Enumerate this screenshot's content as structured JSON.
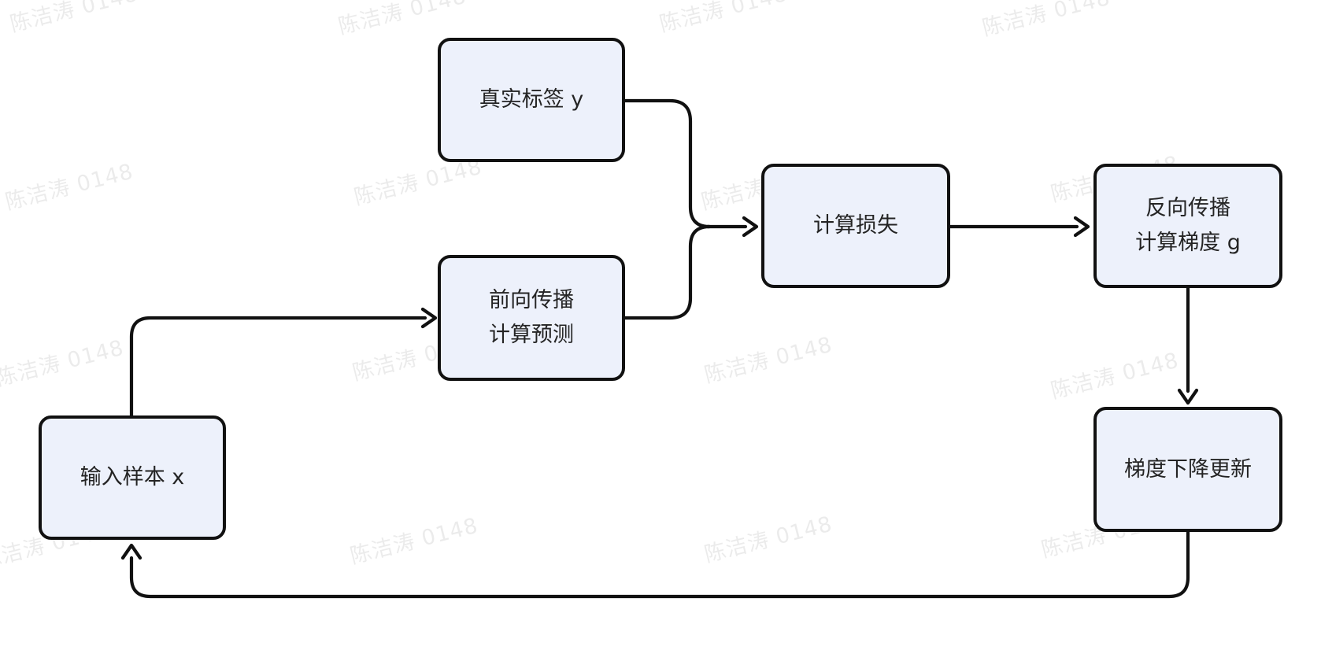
{
  "diagram": {
    "title": "training-loop-flowchart",
    "colors": {
      "background": "#ffffff",
      "node_fill": "#edf1fb",
      "node_border": "#111111",
      "edge": "#111111",
      "text": "#242424"
    },
    "nodes": [
      {
        "id": "true-label",
        "line1": "真实标签 y",
        "line2": ""
      },
      {
        "id": "forward",
        "line1": "前向传播",
        "line2": "计算预测"
      },
      {
        "id": "input",
        "line1": "输入样本 x",
        "line2": ""
      },
      {
        "id": "loss",
        "line1": "计算损失",
        "line2": ""
      },
      {
        "id": "backprop",
        "line1": "反向传播",
        "line2": "计算梯度 g"
      },
      {
        "id": "update",
        "line1": "梯度下降更新",
        "line2": ""
      }
    ],
    "edges": [
      {
        "from": "input",
        "to": "forward"
      },
      {
        "from": "true-label",
        "to": "loss"
      },
      {
        "from": "forward",
        "to": "loss"
      },
      {
        "from": "loss",
        "to": "backprop"
      },
      {
        "from": "backprop",
        "to": "update"
      },
      {
        "from": "update",
        "to": "input"
      }
    ],
    "watermark": {
      "text": "陈洁涛 0148"
    }
  }
}
